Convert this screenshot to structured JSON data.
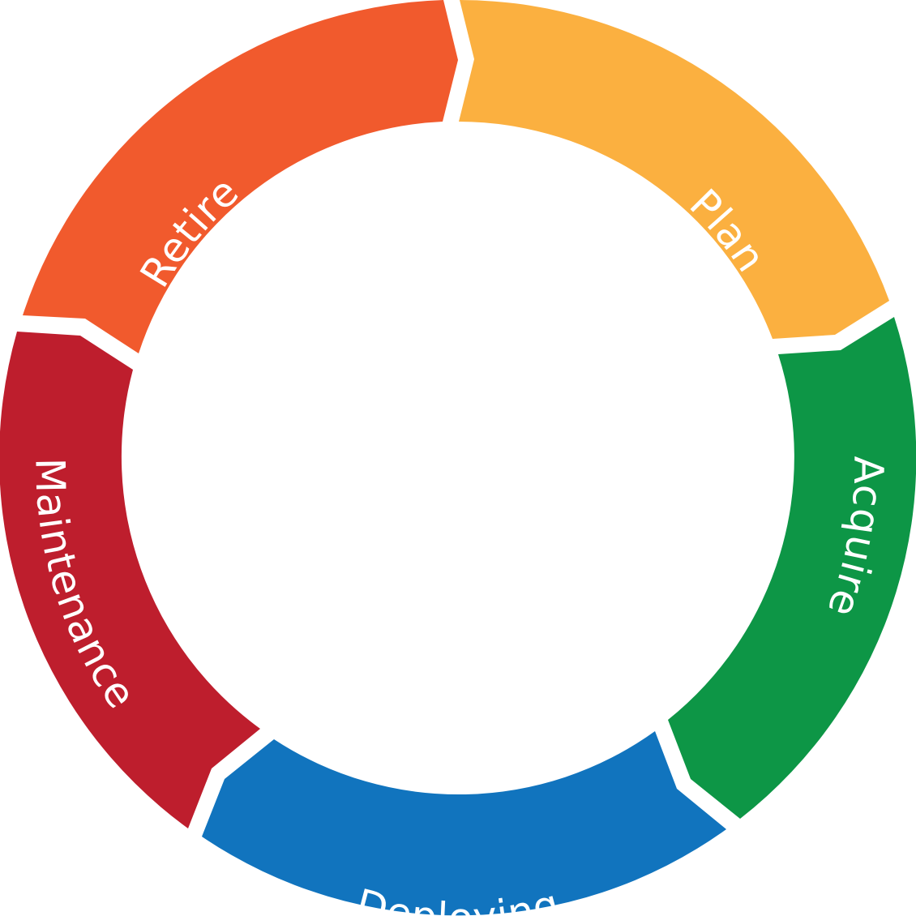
{
  "diagram": {
    "stages": [
      {
        "label": "Plan",
        "color": "#FBB040"
      },
      {
        "label": "Acquire",
        "color": "#0D9646"
      },
      {
        "label": "Deploying",
        "color": "#1174BE"
      },
      {
        "label": "Maintenance",
        "color": "#BE1E2D"
      },
      {
        "label": "Retire",
        "color": "#F15A2D"
      }
    ]
  }
}
